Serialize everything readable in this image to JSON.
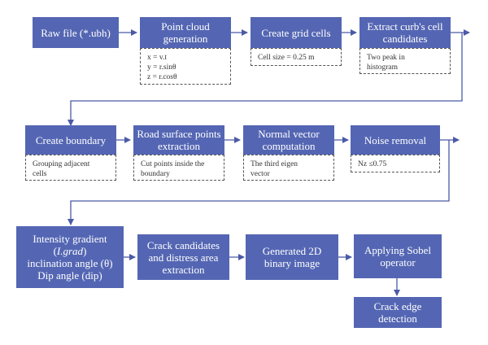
{
  "colors": {
    "box_fill": "#5466b3",
    "box_text": "#ffffff",
    "arrow": "#4b5aa6"
  },
  "row1": {
    "raw_file": "Raw file (*.ubh)",
    "point_cloud": "Point cloud generation",
    "point_cloud_note": [
      "x = v.t",
      "y = r.sinθ",
      "z = r.cosθ"
    ],
    "grid_cells": "Create grid cells",
    "grid_cells_note": "Cell size = 0.25 m",
    "curb": "Extract curb's cell candidates",
    "curb_note": [
      "Two peak in",
      "histogram"
    ]
  },
  "row2": {
    "boundary": "Create boundary",
    "boundary_note": [
      "Grouping adjacent",
      "cells"
    ],
    "road_surface": "Road surface points extraction",
    "road_surface_note": [
      "Cut points inside the",
      "boundary"
    ],
    "normal_vector": "Normal vector computation",
    "normal_vector_note": [
      "The third eigen",
      "vector"
    ],
    "noise": "Noise removal",
    "noise_note": "Nz ≤0.75"
  },
  "row3": {
    "features_line1": "Intensity gradient",
    "features_line2": "I.grad",
    "features_line3": "inclination angle (θ)",
    "features_line4": "Dip angle (dip)",
    "crack": "Crack candidates and distress area extraction",
    "binary": "Generated 2D binary image",
    "sobel": "Applying Sobel operator",
    "edge": "Crack edge detection"
  }
}
